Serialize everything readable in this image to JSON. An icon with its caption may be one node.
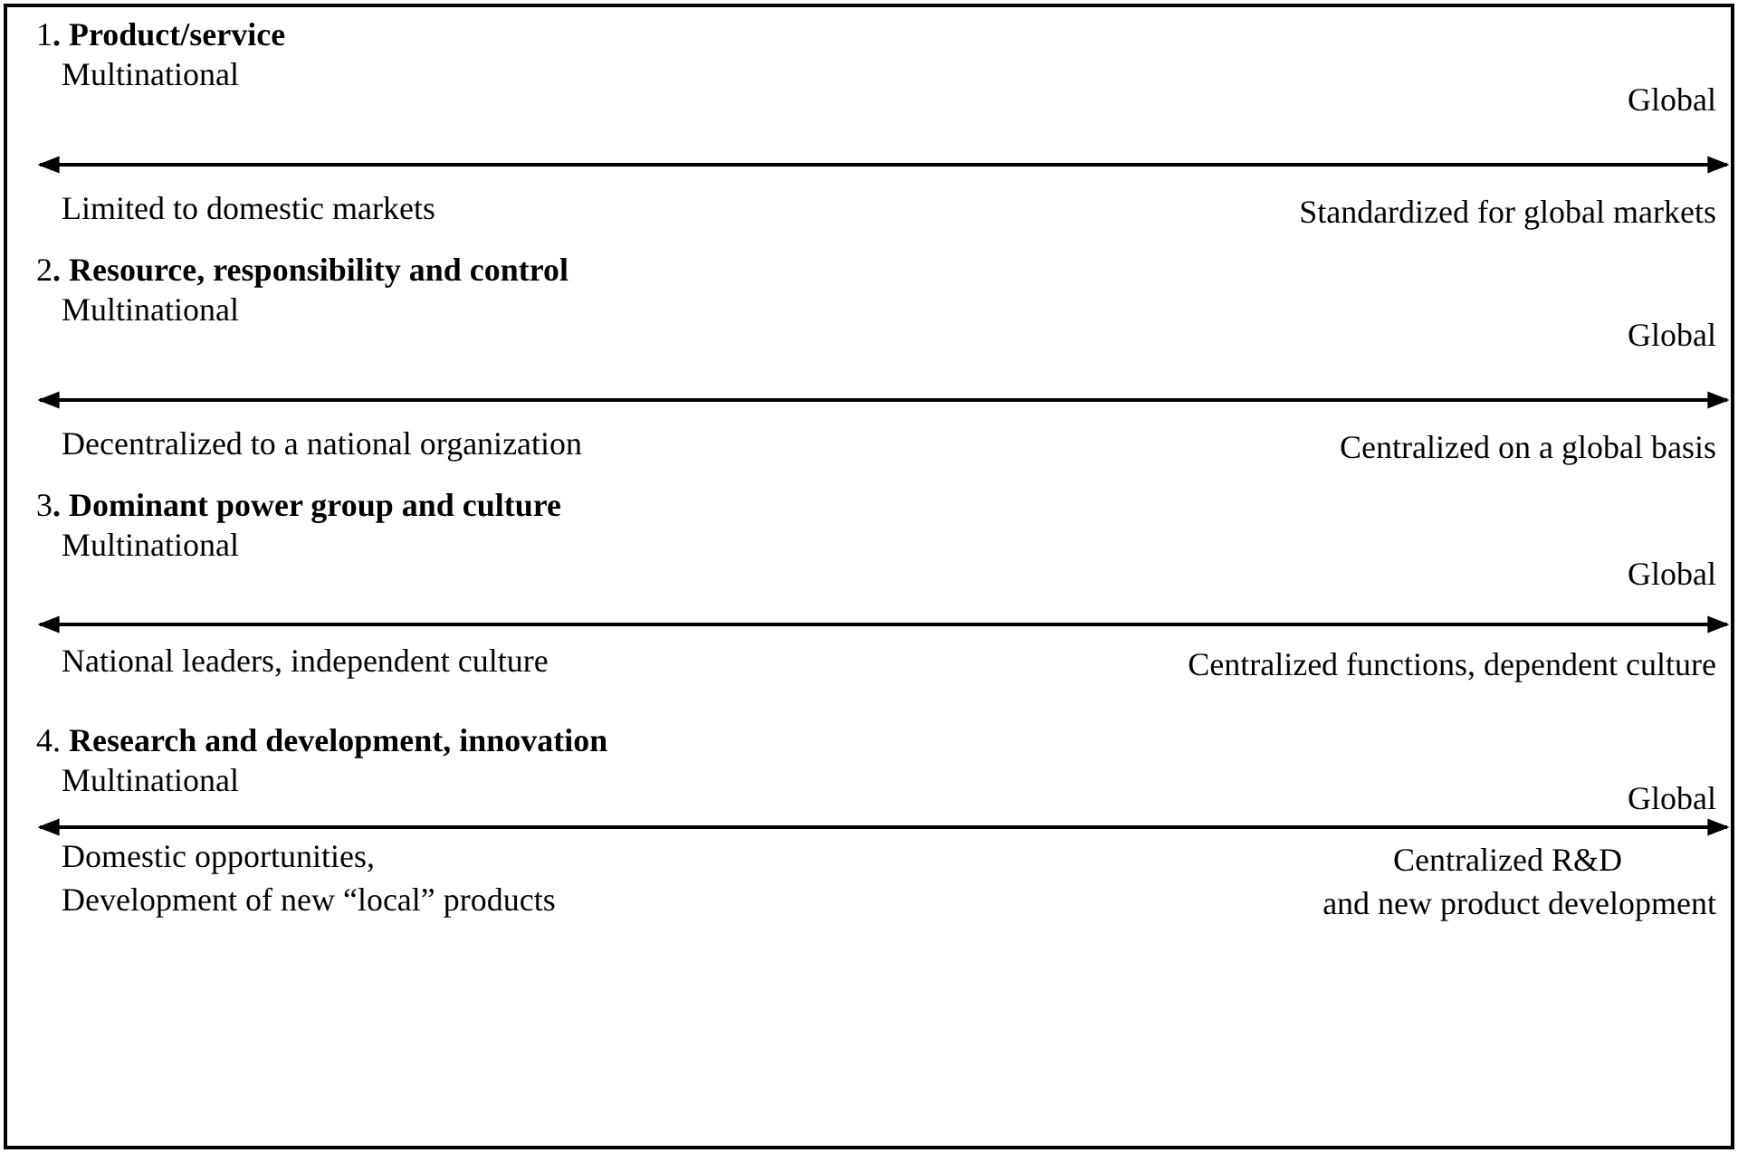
{
  "diagram": {
    "labels": [
      "1**. Product/service**",
      "Multinational",
      "Global",
      "Limited to domestic markets",
      "Standardized for global markets",
      "2**. Resource, responsibility and control**",
      "Multinational",
      "Global",
      "Decentralized to a national organization",
      "Centralized on a global basis",
      "3**. Dominant power group and culture**",
      "Multinational",
      "Global",
      "National leaders, independent culture",
      "Centralized functions, dependent culture",
      "4. **Research and development, innovation**",
      "Multinational",
      "Global",
      "Domestic opportunities,",
      "Development of new “local” products",
      "Centralized R&D",
      "and new product development"
    ]
  }
}
